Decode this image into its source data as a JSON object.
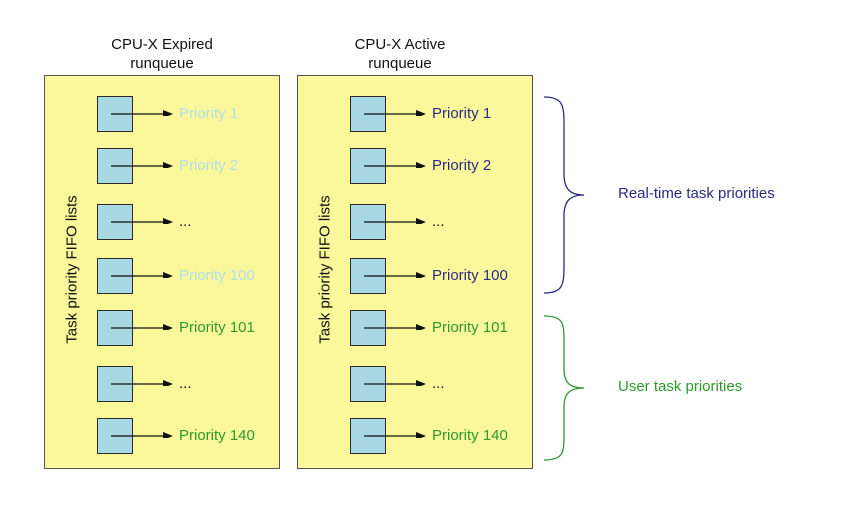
{
  "colors": {
    "panel_fill": "#fbf79b",
    "box_fill": "#a7d8e3",
    "faded_blue": "#b4dfe9",
    "realtime": "#2b2b86",
    "user": "#2e9a2e",
    "text": "#111111"
  },
  "panels": [
    {
      "title_line1": "CPU-X Expired",
      "title_line2": "runqueue",
      "side_label": "Task priority FIFO lists",
      "rows": [
        {
          "label": "Priority 1",
          "tone": "faded"
        },
        {
          "label": "Priority 2",
          "tone": "faded"
        },
        {
          "label": "...",
          "tone": "dark"
        },
        {
          "label": "Priority 100",
          "tone": "faded"
        },
        {
          "label": "Priority 101",
          "tone": "user"
        },
        {
          "label": "...",
          "tone": "dark"
        },
        {
          "label": "Priority 140",
          "tone": "user"
        }
      ]
    },
    {
      "title_line1": "CPU-X Active",
      "title_line2": "runqueue",
      "side_label": "Task priority FIFO lists",
      "rows": [
        {
          "label": "Priority 1",
          "tone": "realtime"
        },
        {
          "label": "Priority 2",
          "tone": "realtime"
        },
        {
          "label": "...",
          "tone": "dark"
        },
        {
          "label": "Priority 100",
          "tone": "realtime"
        },
        {
          "label": "Priority 101",
          "tone": "user"
        },
        {
          "label": "...",
          "tone": "dark"
        },
        {
          "label": "Priority 140",
          "tone": "user"
        }
      ]
    }
  ],
  "groups": {
    "realtime_label": "Real-time task priorities",
    "user_label": "User task priorities"
  }
}
